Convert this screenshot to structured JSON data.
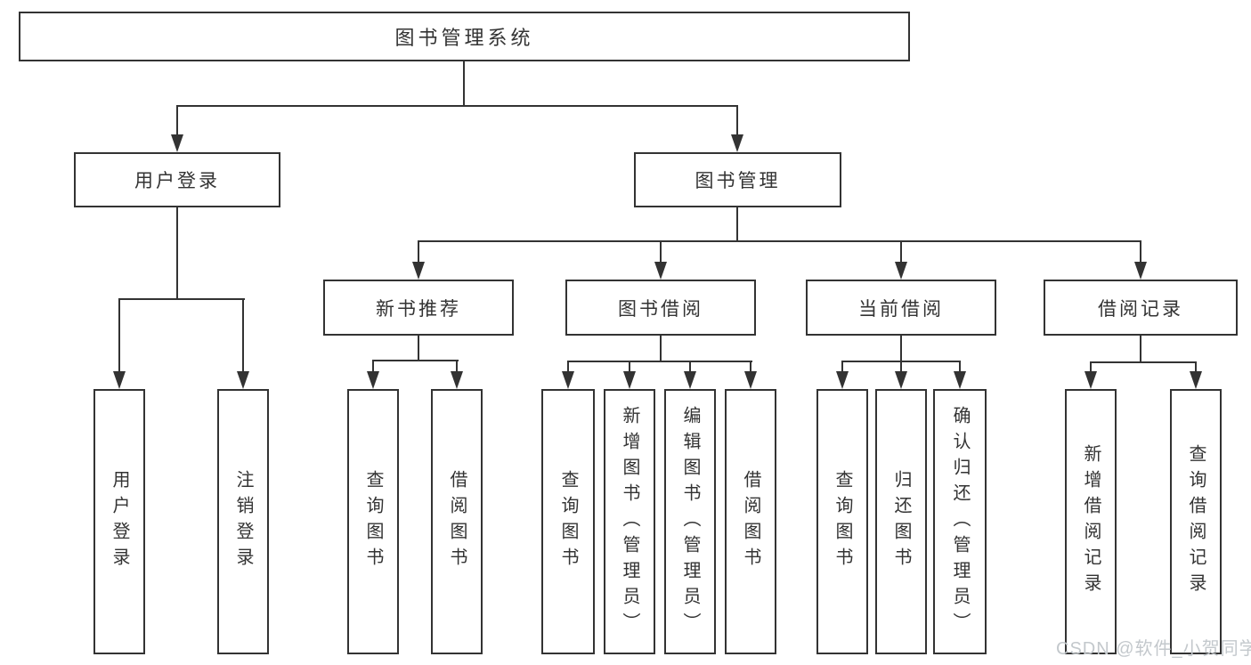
{
  "diagram": {
    "title": "图书管理系统",
    "branches": [
      {
        "label": "用户登录",
        "children": [
          {
            "label": "用户登录"
          },
          {
            "label": "注销登录"
          }
        ]
      },
      {
        "label": "图书管理",
        "children": [
          {
            "label": "新书推荐",
            "children": [
              {
                "label": "查询图书"
              },
              {
                "label": "借阅图书"
              }
            ]
          },
          {
            "label": "图书借阅",
            "children": [
              {
                "label": "查询图书"
              },
              {
                "label": "新增图书（管理员）"
              },
              {
                "label": "编辑图书（管理员）"
              },
              {
                "label": "借阅图书"
              }
            ]
          },
          {
            "label": "当前借阅",
            "children": [
              {
                "label": "查询图书"
              },
              {
                "label": "归还图书"
              },
              {
                "label": "确认归还（管理员）"
              }
            ]
          },
          {
            "label": "借阅记录",
            "children": [
              {
                "label": "新增借阅记录"
              },
              {
                "label": "查询借阅记录"
              }
            ]
          }
        ]
      }
    ]
  },
  "watermark": {
    "text": "CSDN @软件_小贺同学",
    "color": "#c3c8cc"
  },
  "colors": {
    "line": "#333333",
    "box_border": "#333333",
    "text": "#333333",
    "background": "#ffffff"
  }
}
